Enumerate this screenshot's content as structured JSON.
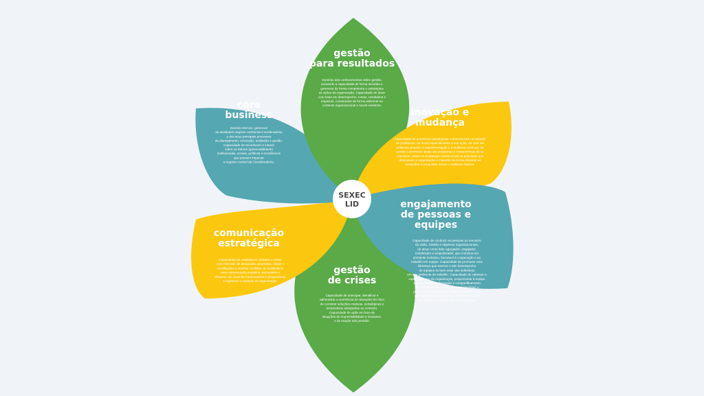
{
  "center": {
    "label_line1": "SEXEC",
    "label_line2": "LID"
  },
  "colors": {
    "green": "#5aaa48",
    "teal": "#55a7b2",
    "yellow": "#fcc70f",
    "hub_fill": "#ffffff",
    "hub_text": "#4a4a4a",
    "background": "#f0f4f8"
  },
  "petals": [
    {
      "id": "gestao-resultados",
      "title_lines": [
        "gestão",
        "para resultados"
      ],
      "desc_lines": [
        "Domínio dos conhecimentos sobre gestão,",
        "prevendo a capacidade de forma decidida e",
        "gerenciar de forma competente e estratégica",
        "as ações da organização. Capacidade de atuar",
        "com base em desempenho, metas, resultados e",
        "impactos, construídos de forma aderente ao",
        "contexto organizacional e social existente."
      ]
    },
    {
      "id": "core-business",
      "title_lines": [
        "core",
        "business"
      ],
      "desc_lines": [
        "Domínio técnico: gerenciar",
        "as atividades negócio central da Coordenadoria",
        "e dos seus principais processos",
        "de planejamento, execução, avaliação e gestão.",
        "Capacidade de reconhecer e intervir",
        "sobre os fatores (governabilidade)",
        "institucionais, sociais, políticos e econômicos",
        "que possam impactar",
        "o negócio central da Coordenadoria."
      ]
    },
    {
      "id": "inovacao-mudanca",
      "title_lines": [
        "inovação e",
        "mudança"
      ],
      "desc_lines": [
        "Capacidade de questionar paradigmas convencionais na solução",
        "de problemas, de modo especialmente a sua ação, de criar um",
        "ambiente propício à experimentação e à melhoria contínua, de",
        "aceitar e promover ideias e/e programas e novas formas de se",
        "relacionar, assim as mudanças conservando os princípios que",
        "direcionem a organização e impeditir de forma eficiente as",
        "inovações e conquistar novos e melhores futuros."
      ]
    },
    {
      "id": "engajamento-pessoas",
      "title_lines": [
        "engajamento",
        "de pessoas e",
        "equipes"
      ],
      "desc_lines": [
        "Capacidade de conduzir as pessoas ao encontro",
        "da visão, missão e objetivos organizacionais,",
        "de atuar como líder agregador, engajador,",
        "mobilizador e empoderador, que construa um",
        "ambiente inclusivo, favorável à cooperação e ao",
        "trabalho em equipe. Capacidade de promover uma",
        "liderança que exercer o alto desempenho",
        "de equipes se bem estar dos indivíduos",
        "em seu ambiente de trabalho. Capacidade de valorizar o",
        "capital humano da organização, proporcionar à equipe",
        "oportunidades de formação e compartilhamento",
        "do conhecimento no espaço organizacional, e",
        "promovendo uma cultura institucional propícia à",
        "aprendizagem contínua e ao desenvolvimento",
        "de pessoas orientado para os resultados."
      ]
    },
    {
      "id": "comunicacao-estrategica",
      "title_lines": [
        "comunicação",
        "estratégica"
      ],
      "desc_lines": [
        "Capacidade de estabelecer contatos e redes",
        "com mercado de demandas, propostas, ideias e",
        "conciliações e resolver conflitos, de estabelecer",
        "uma comunicação empática, persuasiva e",
        "eficiente, de conectar interlocutores e proporcionar",
        "e legitimem a atuação da organização."
      ]
    },
    {
      "id": "gestao-crises",
      "title_lines": [
        "gestão",
        "de crises"
      ],
      "desc_lines": [
        "Capacidade de antecipar, identificar e",
        "administrar a ocorrência de situações de risco",
        "de construir soluções criativas, estratégicas e",
        "tempestivas adequadas ao contexto.",
        "Capacidade de ação em face de",
        "situações de imprevisibilidade e escassez,",
        "e de reação sob pressão."
      ]
    }
  ]
}
